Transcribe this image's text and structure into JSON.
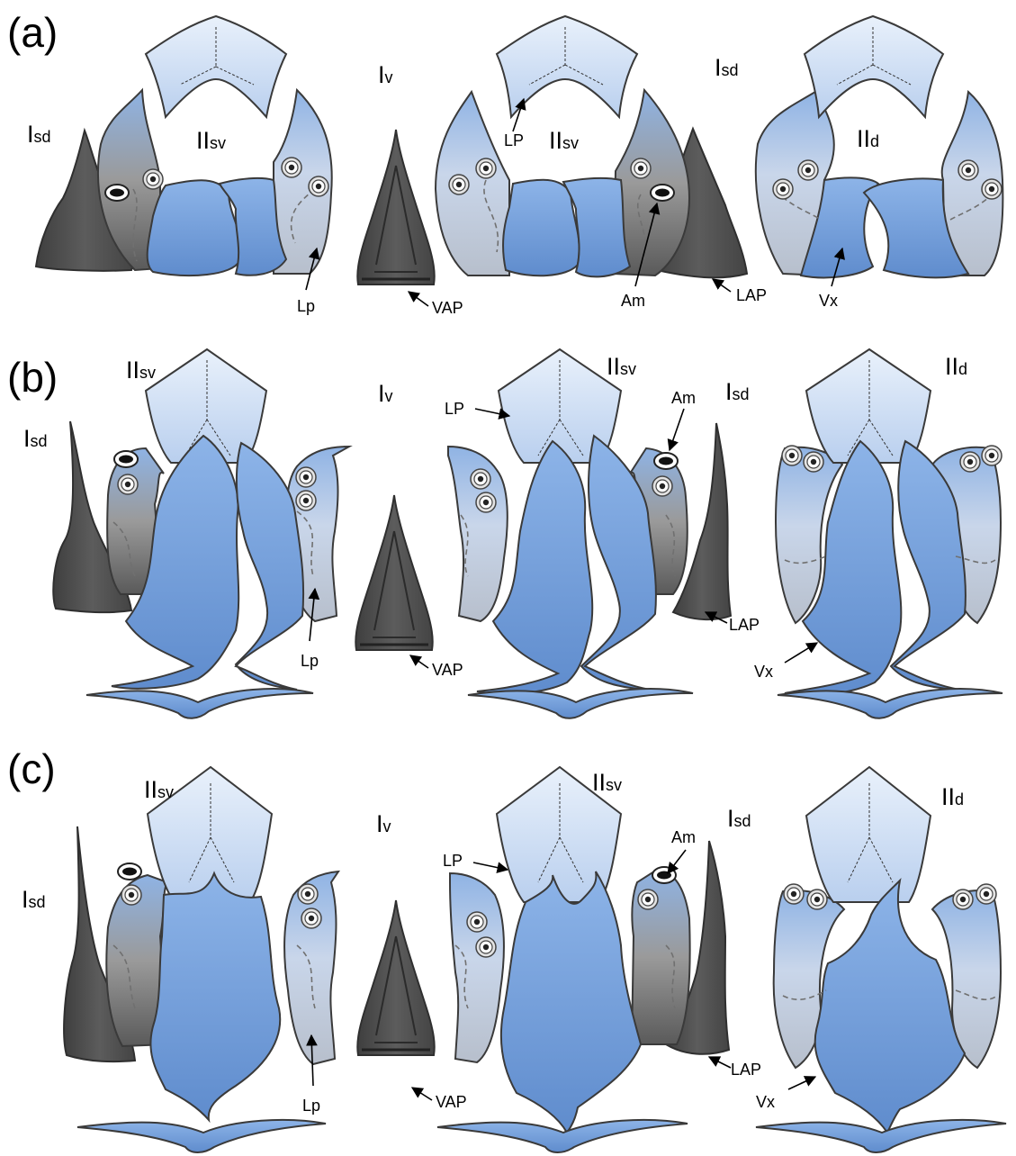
{
  "panels": [
    {
      "id": "a",
      "label": "(a)",
      "labels": {
        "left_isd_main": "I",
        "left_isd_sub": "sd",
        "left_ii_main": "II",
        "left_ii_sub": "sv",
        "iv_main": "I",
        "iv_sub": "v",
        "mid_ii_main": "II",
        "mid_ii_sub": "sv",
        "mid_isd_main": "I",
        "mid_isd_sub": "sd",
        "right_ii_main": "II",
        "right_ii_sub": "d"
      },
      "callouts": {
        "lp_lower": "Lp",
        "vap": "VAP",
        "lp_upper": "LP",
        "am": "Am",
        "lap": "LAP",
        "vx": "Vx"
      }
    },
    {
      "id": "b",
      "label": "(b)",
      "labels": {
        "left_isd_main": "I",
        "left_isd_sub": "sd",
        "left_ii_main": "II",
        "left_ii_sub": "sv",
        "iv_main": "I",
        "iv_sub": "v",
        "mid_ii_main": "II",
        "mid_ii_sub": "sv",
        "mid_isd_main": "I",
        "mid_isd_sub": "sd",
        "right_ii_main": "II",
        "right_ii_sub": "d"
      },
      "callouts": {
        "lp_lower": "Lp",
        "vap": "VAP",
        "lp_upper": "LP",
        "am": "Am",
        "lap": "LAP",
        "vx": "Vx"
      }
    },
    {
      "id": "c",
      "label": "(c)",
      "labels": {
        "left_isd_main": "I",
        "left_isd_sub": "sd",
        "left_ii_main": "II",
        "left_ii_sub": "sv",
        "iv_main": "I",
        "iv_sub": "v",
        "mid_ii_main": "II",
        "mid_ii_sub": "sv",
        "mid_isd_main": "I",
        "mid_isd_sub": "sd",
        "right_ii_main": "II",
        "right_ii_sub": "d"
      },
      "callouts": {
        "lp_lower": "Lp",
        "vap": "VAP",
        "lp_upper": "LP",
        "am": "Am",
        "lap": "LAP",
        "vx": "Vx"
      }
    }
  ],
  "colors": {
    "blue": "#6f9bd8",
    "blue_light": "#c8daf3",
    "grey_dark": "#4e4e4e",
    "grey_light": "#c3c8d1"
  }
}
